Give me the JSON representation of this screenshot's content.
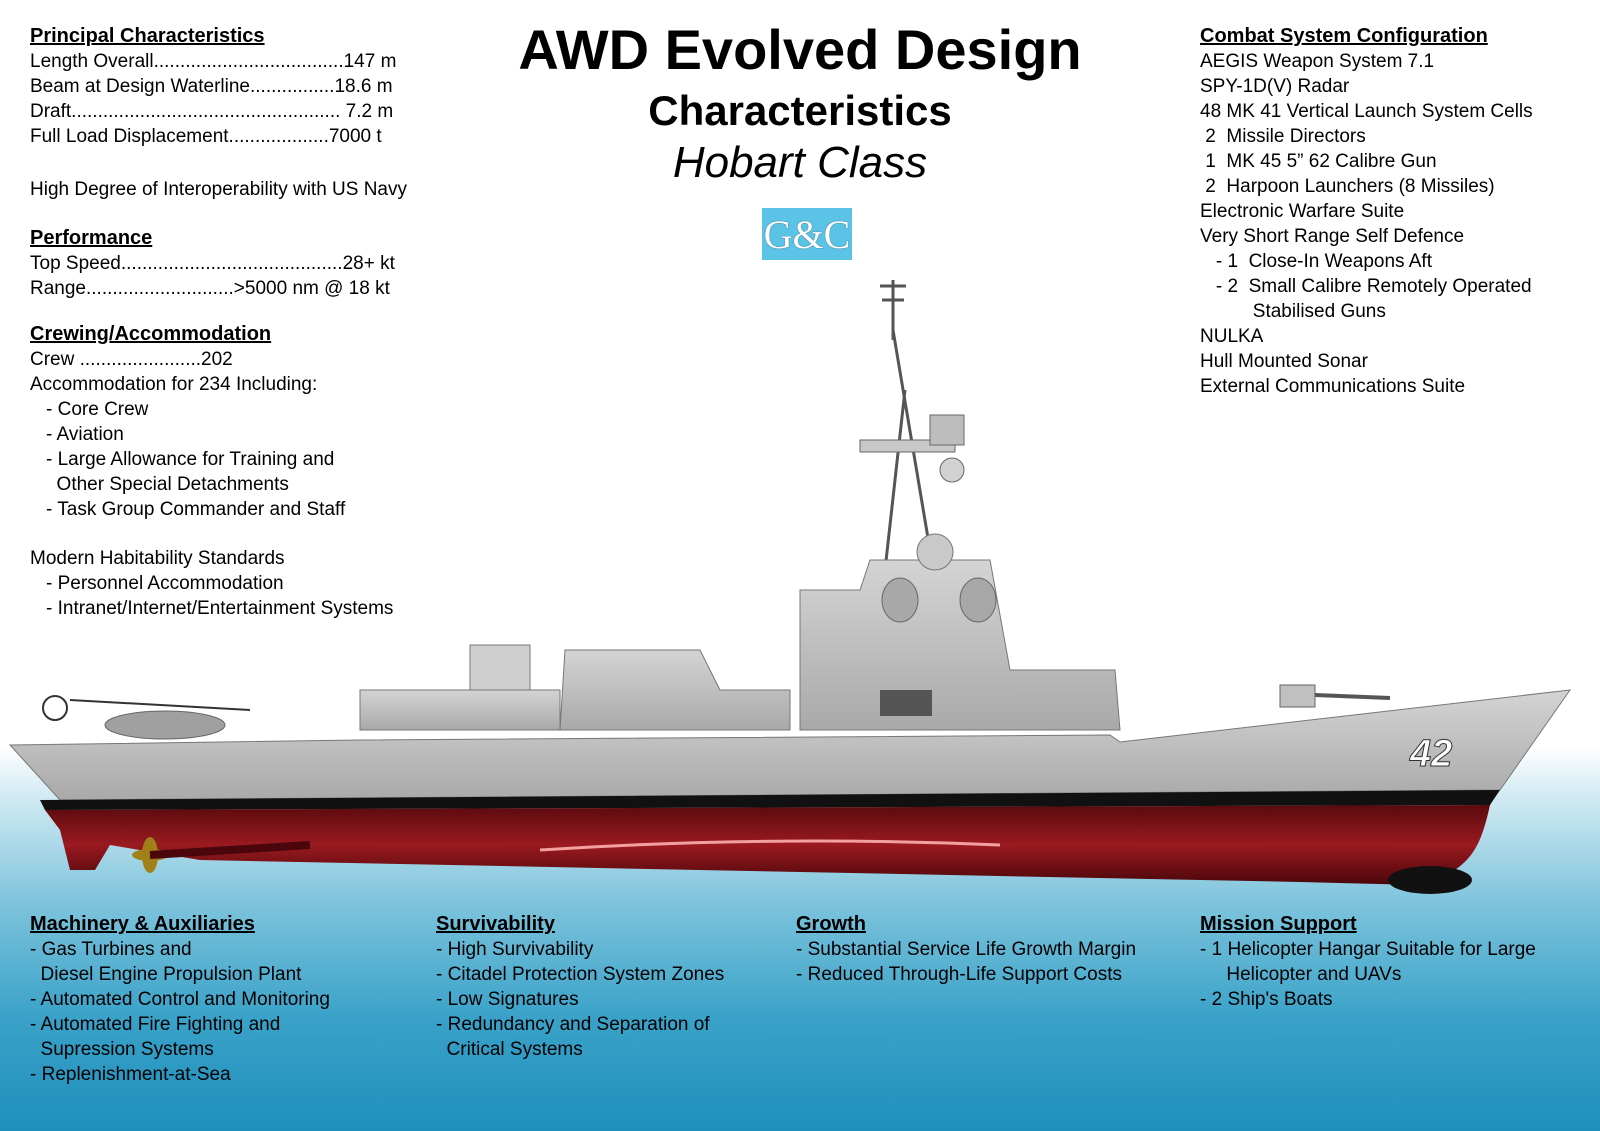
{
  "title": "AWD Evolved Design",
  "subtitle": "Characteristics",
  "class_name": "Hobart Class",
  "logo_text": "G&C",
  "hull_number": "42",
  "principal": {
    "heading": "Principal Characteristics",
    "lines": [
      "Length Overall....................................147 m",
      "Beam at Design Waterline................18.6 m",
      "Draft................................................... 7.2 m",
      "Full Load Displacement...................7000 t"
    ],
    "interop": "High Degree of Interoperability with US Navy"
  },
  "performance": {
    "heading": "Performance",
    "lines": [
      "Top Speed..........................................28+ kt",
      "Range............................>5000 nm @ 18 kt"
    ]
  },
  "crewing": {
    "heading": "Crewing/Accommodation",
    "crew": "Crew .......................202",
    "accom": "Accommodation for 234 Including:",
    "items": [
      "- Core Crew",
      "- Aviation",
      "- Large Allowance for Training and",
      "  Other Special Detachments",
      "- Task Group Commander and Staff"
    ],
    "habitability": "Modern Habitability Standards",
    "hab_items": [
      "- Personnel Accommodation",
      "- Intranet/Internet/Entertainment Systems"
    ]
  },
  "combat": {
    "heading": "Combat System Configuration",
    "lines": [
      "AEGIS Weapon System 7.1",
      "SPY-1D(V) Radar",
      "48 MK 41 Vertical Launch System Cells",
      " 2  Missile Directors",
      " 1  MK 45 5” 62 Calibre Gun",
      " 2  Harpoon Launchers (8 Missiles)",
      "Electronic Warfare Suite",
      "Very Short Range Self Defence",
      "   - 1  Close-In Weapons Aft",
      "   - 2  Small Calibre Remotely Operated",
      "          Stabilised Guns",
      "NULKA",
      "Hull Mounted Sonar",
      "External Communications Suite"
    ]
  },
  "machinery": {
    "heading": "Machinery & Auxiliaries",
    "lines": [
      "- Gas Turbines and",
      "  Diesel Engine Propulsion Plant",
      "- Automated Control and Monitoring",
      "- Automated Fire Fighting and",
      "  Supression Systems",
      "- Replenishment-at-Sea"
    ]
  },
  "survivability": {
    "heading": "Survivability",
    "lines": [
      "- High Survivability",
      "- Citadel Protection System Zones",
      "- Low Signatures",
      "- Redundancy and Separation of",
      "  Critical Systems"
    ]
  },
  "growth": {
    "heading": "Growth",
    "lines": [
      "- Substantial Service Life Growth Margin",
      "- Reduced Through-Life Support Costs"
    ]
  },
  "mission": {
    "heading": "Mission Support",
    "lines": [
      "- 1 Helicopter Hangar Suitable for Large",
      "     Helicopter and UAVs",
      "- 2 Ship's Boats"
    ]
  }
}
